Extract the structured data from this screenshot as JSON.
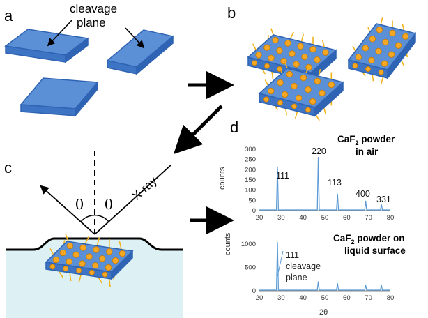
{
  "panels": {
    "a": {
      "letter": "a",
      "label_line1": "cleavage",
      "label_line2": "plane"
    },
    "b": {
      "letter": "b"
    },
    "c": {
      "letter": "c",
      "theta_left": "θ",
      "theta_right": "θ",
      "xray_label": "X-ray"
    },
    "d": {
      "letter": "d"
    }
  },
  "colors": {
    "crystal_top": "#5b8fd6",
    "crystal_side": "#2f63b3",
    "particle": "#f5a623",
    "ligand": "#f2b21a",
    "liquid": "#ddf1f4",
    "spectrum": "#5b9bd5"
  },
  "chart_data": [
    {
      "type": "line",
      "title": "CaF",
      "title_subscript": "2",
      "title_suffix": " powder",
      "title_line2": "in air",
      "ylabel": "counts",
      "xlabel": "",
      "xlim": [
        20,
        80
      ],
      "ylim": [
        0,
        300
      ],
      "x_ticks": [
        "20",
        "30",
        "40",
        "50",
        "60",
        "70",
        "80"
      ],
      "y_ticks": [
        "0",
        "50",
        "100",
        "150",
        "200",
        "250",
        "300"
      ],
      "peaks": [
        {
          "x": 28.3,
          "y": 215,
          "label": "111"
        },
        {
          "x": 47.0,
          "y": 262,
          "label": "220"
        },
        {
          "x": 55.8,
          "y": 82,
          "label": "113"
        },
        {
          "x": 68.7,
          "y": 48,
          "label": "400"
        },
        {
          "x": 75.9,
          "y": 30,
          "label": "331"
        }
      ]
    },
    {
      "type": "line",
      "title": "CaF",
      "title_subscript": "2",
      "title_suffix": " powder on",
      "title_line2": "liquid surface",
      "ylabel": "counts",
      "xlabel": "2θ",
      "xlim": [
        20,
        80
      ],
      "ylim": [
        0,
        1000
      ],
      "x_ticks": [
        "20",
        "30",
        "40",
        "50",
        "60",
        "70",
        "80"
      ],
      "y_ticks": [
        "0",
        "500",
        "1000"
      ],
      "annotation_line1": "111",
      "annotation_line2": "cleavage",
      "annotation_line3": "plane",
      "peaks": [
        {
          "x": 28.3,
          "y": 1040
        },
        {
          "x": 47.0,
          "y": 200
        },
        {
          "x": 55.8,
          "y": 160
        },
        {
          "x": 68.7,
          "y": 120
        },
        {
          "x": 75.9,
          "y": 120
        }
      ]
    }
  ]
}
